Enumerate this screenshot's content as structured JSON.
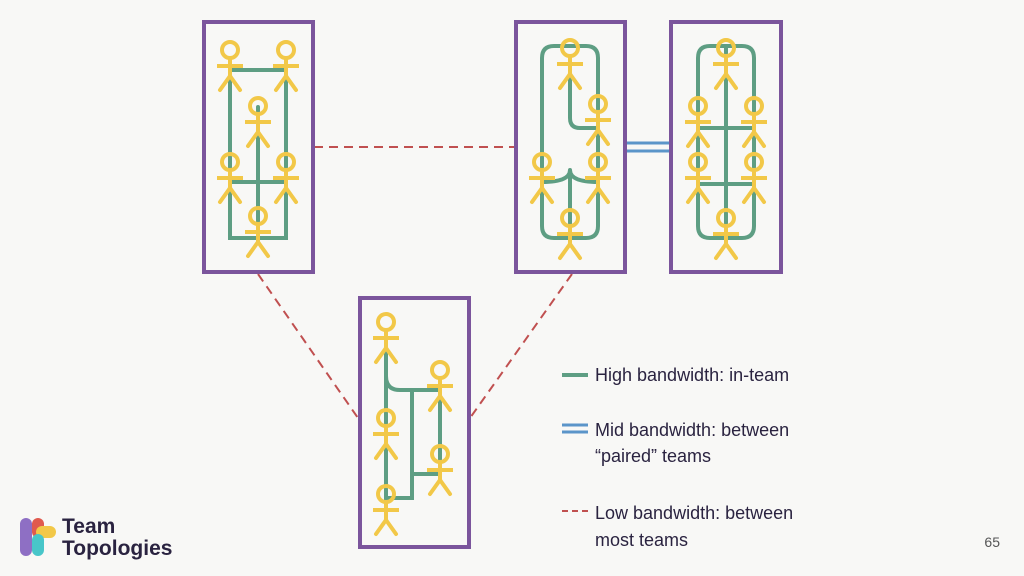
{
  "colors": {
    "team_border": "#7b559c",
    "high_bandwidth": "#5e9e83",
    "mid_bandwidth": "#5b95c9",
    "low_bandwidth": "#c05050",
    "person": "#f2c848"
  },
  "legend": {
    "high": "High bandwidth: in-team",
    "mid_line1": "Mid bandwidth: between",
    "mid_line2": "“paired” teams",
    "low_line1": "Low bandwidth: between",
    "low_line2": "most teams"
  },
  "brand": {
    "line1": "Team",
    "line2": "Topologies"
  },
  "page_number": "65"
}
